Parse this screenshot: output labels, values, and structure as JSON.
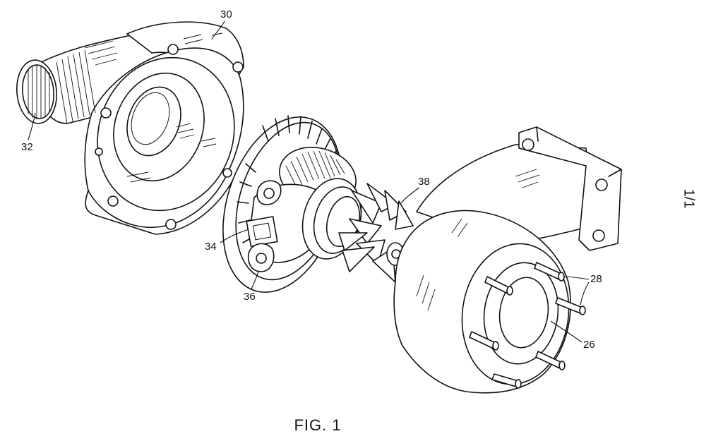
{
  "figure": {
    "caption": "FIG. 1",
    "sheet_number": "1/1"
  },
  "reference_numerals": {
    "compressor_housing": "30",
    "compressor_inlet_screen": "32",
    "bearing_housing_part": "34",
    "bearing_housing_flange": "36",
    "turbine_wheel": "38",
    "turbine_outlet_flange": "26",
    "mounting_studs": "28"
  }
}
